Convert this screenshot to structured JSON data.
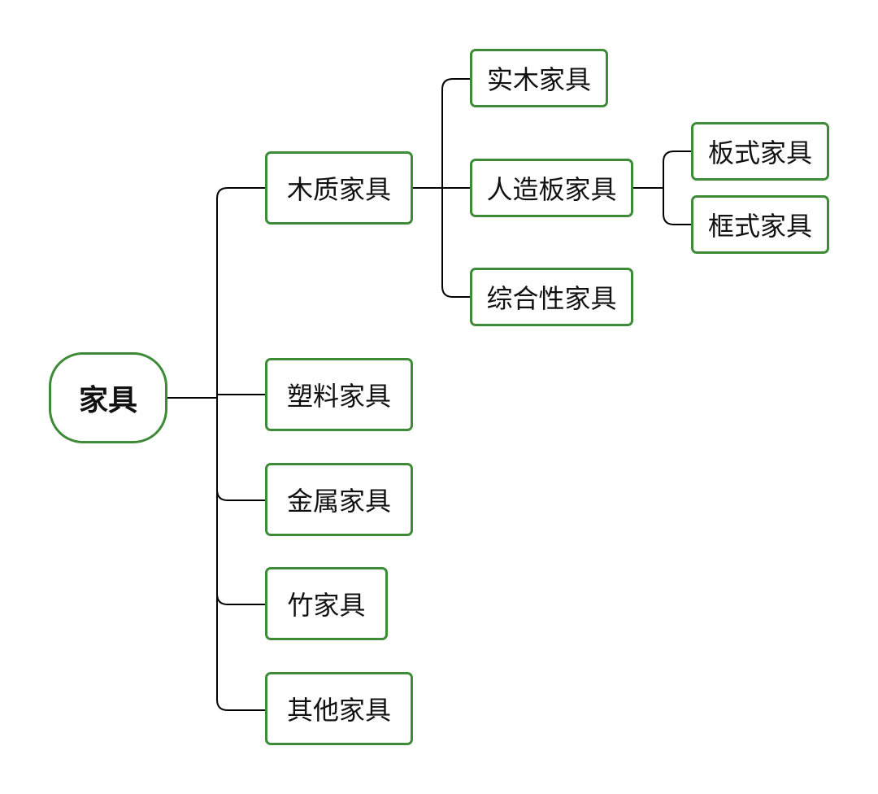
{
  "theme": {
    "node_border_color": "#3d8b37",
    "connector_color": "#000000",
    "text_color": "#111111",
    "background": "#ffffff"
  },
  "root": {
    "label": "家具",
    "children": [
      {
        "label": "木质家具",
        "children": [
          {
            "label": "实木家具"
          },
          {
            "label": "人造板家具",
            "children": [
              {
                "label": "板式家具"
              },
              {
                "label": "框式家具"
              }
            ]
          },
          {
            "label": "综合性家具"
          }
        ]
      },
      {
        "label": "塑料家具"
      },
      {
        "label": "金属家具"
      },
      {
        "label": "竹家具"
      },
      {
        "label": "其他家具"
      }
    ]
  }
}
